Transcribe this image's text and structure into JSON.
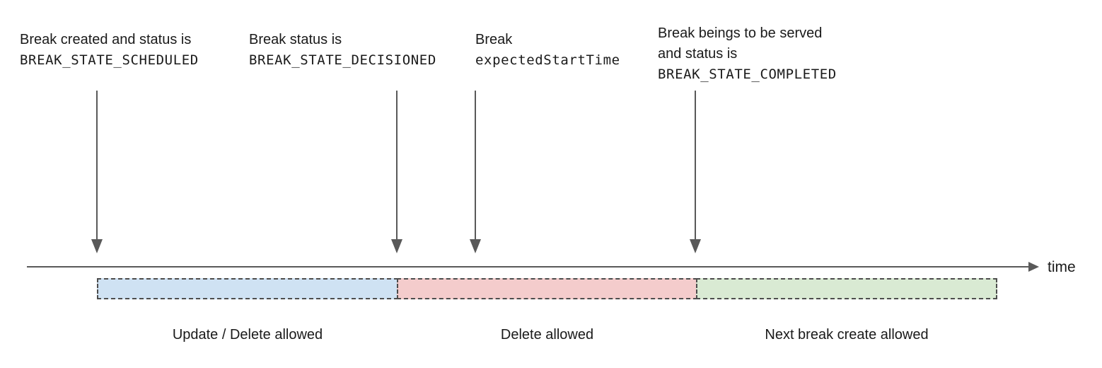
{
  "diagram": {
    "annotations": [
      {
        "line1": "Break created and status is",
        "code": "BREAK_STATE_SCHEDULED"
      },
      {
        "line1": "Break status is",
        "code": "BREAK_STATE_DECISIONED"
      },
      {
        "line1": "Break",
        "code": "expectedStartTime"
      },
      {
        "line1": "Break beings to be served",
        "line2": "and status is",
        "code": "BREAK_STATE_COMPLETED"
      }
    ],
    "timeline": {
      "axis_label": "time",
      "line_color": "#595959"
    },
    "segments": [
      {
        "label": "Update / Delete allowed",
        "fill": "#cfe2f3"
      },
      {
        "label": "Delete allowed",
        "fill": "#f4cccc"
      },
      {
        "label": "Next break create allowed",
        "fill": "#d9ead3"
      }
    ],
    "segment_border_color": "#4d4d4d"
  }
}
